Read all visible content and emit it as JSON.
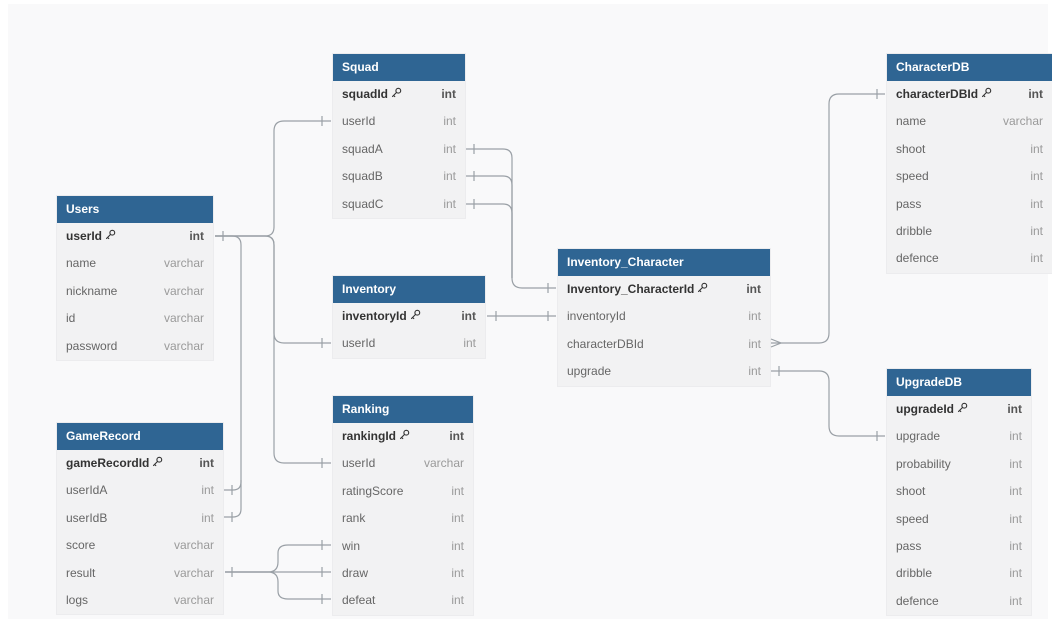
{
  "tables": [
    {
      "name": "Users",
      "columns": [
        {
          "name": "userId",
          "type": "int",
          "pk": true
        },
        {
          "name": "name",
          "type": "varchar"
        },
        {
          "name": "nickname",
          "type": "varchar"
        },
        {
          "name": "id",
          "type": "varchar"
        },
        {
          "name": "password",
          "type": "varchar"
        }
      ]
    },
    {
      "name": "GameRecord",
      "columns": [
        {
          "name": "gameRecordId",
          "type": "int",
          "pk": true
        },
        {
          "name": "userIdA",
          "type": "int"
        },
        {
          "name": "userIdB",
          "type": "int"
        },
        {
          "name": "score",
          "type": "varchar"
        },
        {
          "name": "result",
          "type": "varchar"
        },
        {
          "name": "logs",
          "type": "varchar"
        }
      ]
    },
    {
      "name": "Squad",
      "columns": [
        {
          "name": "squadId",
          "type": "int",
          "pk": true
        },
        {
          "name": "userId",
          "type": "int"
        },
        {
          "name": "squadA",
          "type": "int"
        },
        {
          "name": "squadB",
          "type": "int"
        },
        {
          "name": "squadC",
          "type": "int"
        }
      ]
    },
    {
      "name": "Inventory",
      "columns": [
        {
          "name": "inventoryId",
          "type": "int",
          "pk": true
        },
        {
          "name": "userId",
          "type": "int"
        }
      ]
    },
    {
      "name": "Ranking",
      "columns": [
        {
          "name": "rankingId",
          "type": "int",
          "pk": true
        },
        {
          "name": "userId",
          "type": "varchar"
        },
        {
          "name": "ratingScore",
          "type": "int"
        },
        {
          "name": "rank",
          "type": "int"
        },
        {
          "name": "win",
          "type": "int"
        },
        {
          "name": "draw",
          "type": "int"
        },
        {
          "name": "defeat",
          "type": "int"
        }
      ]
    },
    {
      "name": "Inventory_Character",
      "columns": [
        {
          "name": "Inventory_CharacterId",
          "type": "int",
          "pk": true
        },
        {
          "name": "inventoryId",
          "type": "int"
        },
        {
          "name": "characterDBId",
          "type": "int"
        },
        {
          "name": "upgrade",
          "type": "int"
        }
      ]
    },
    {
      "name": "CharacterDB",
      "columns": [
        {
          "name": "characterDBId",
          "type": "int",
          "pk": true
        },
        {
          "name": "name",
          "type": "varchar"
        },
        {
          "name": "shoot",
          "type": "int"
        },
        {
          "name": "speed",
          "type": "int"
        },
        {
          "name": "pass",
          "type": "int"
        },
        {
          "name": "dribble",
          "type": "int"
        },
        {
          "name": "defence",
          "type": "int"
        }
      ]
    },
    {
      "name": "UpgradeDB",
      "columns": [
        {
          "name": "upgradeId",
          "type": "int",
          "pk": true
        },
        {
          "name": "upgrade",
          "type": "int"
        },
        {
          "name": "probability",
          "type": "int"
        },
        {
          "name": "shoot",
          "type": "int"
        },
        {
          "name": "speed",
          "type": "int"
        },
        {
          "name": "pass",
          "type": "int"
        },
        {
          "name": "dribble",
          "type": "int"
        },
        {
          "name": "defence",
          "type": "int"
        }
      ]
    }
  ],
  "colors": {
    "header": "#2f6593",
    "connector": "#9aa0a6"
  },
  "icons": {
    "primary_key": "key-icon"
  }
}
